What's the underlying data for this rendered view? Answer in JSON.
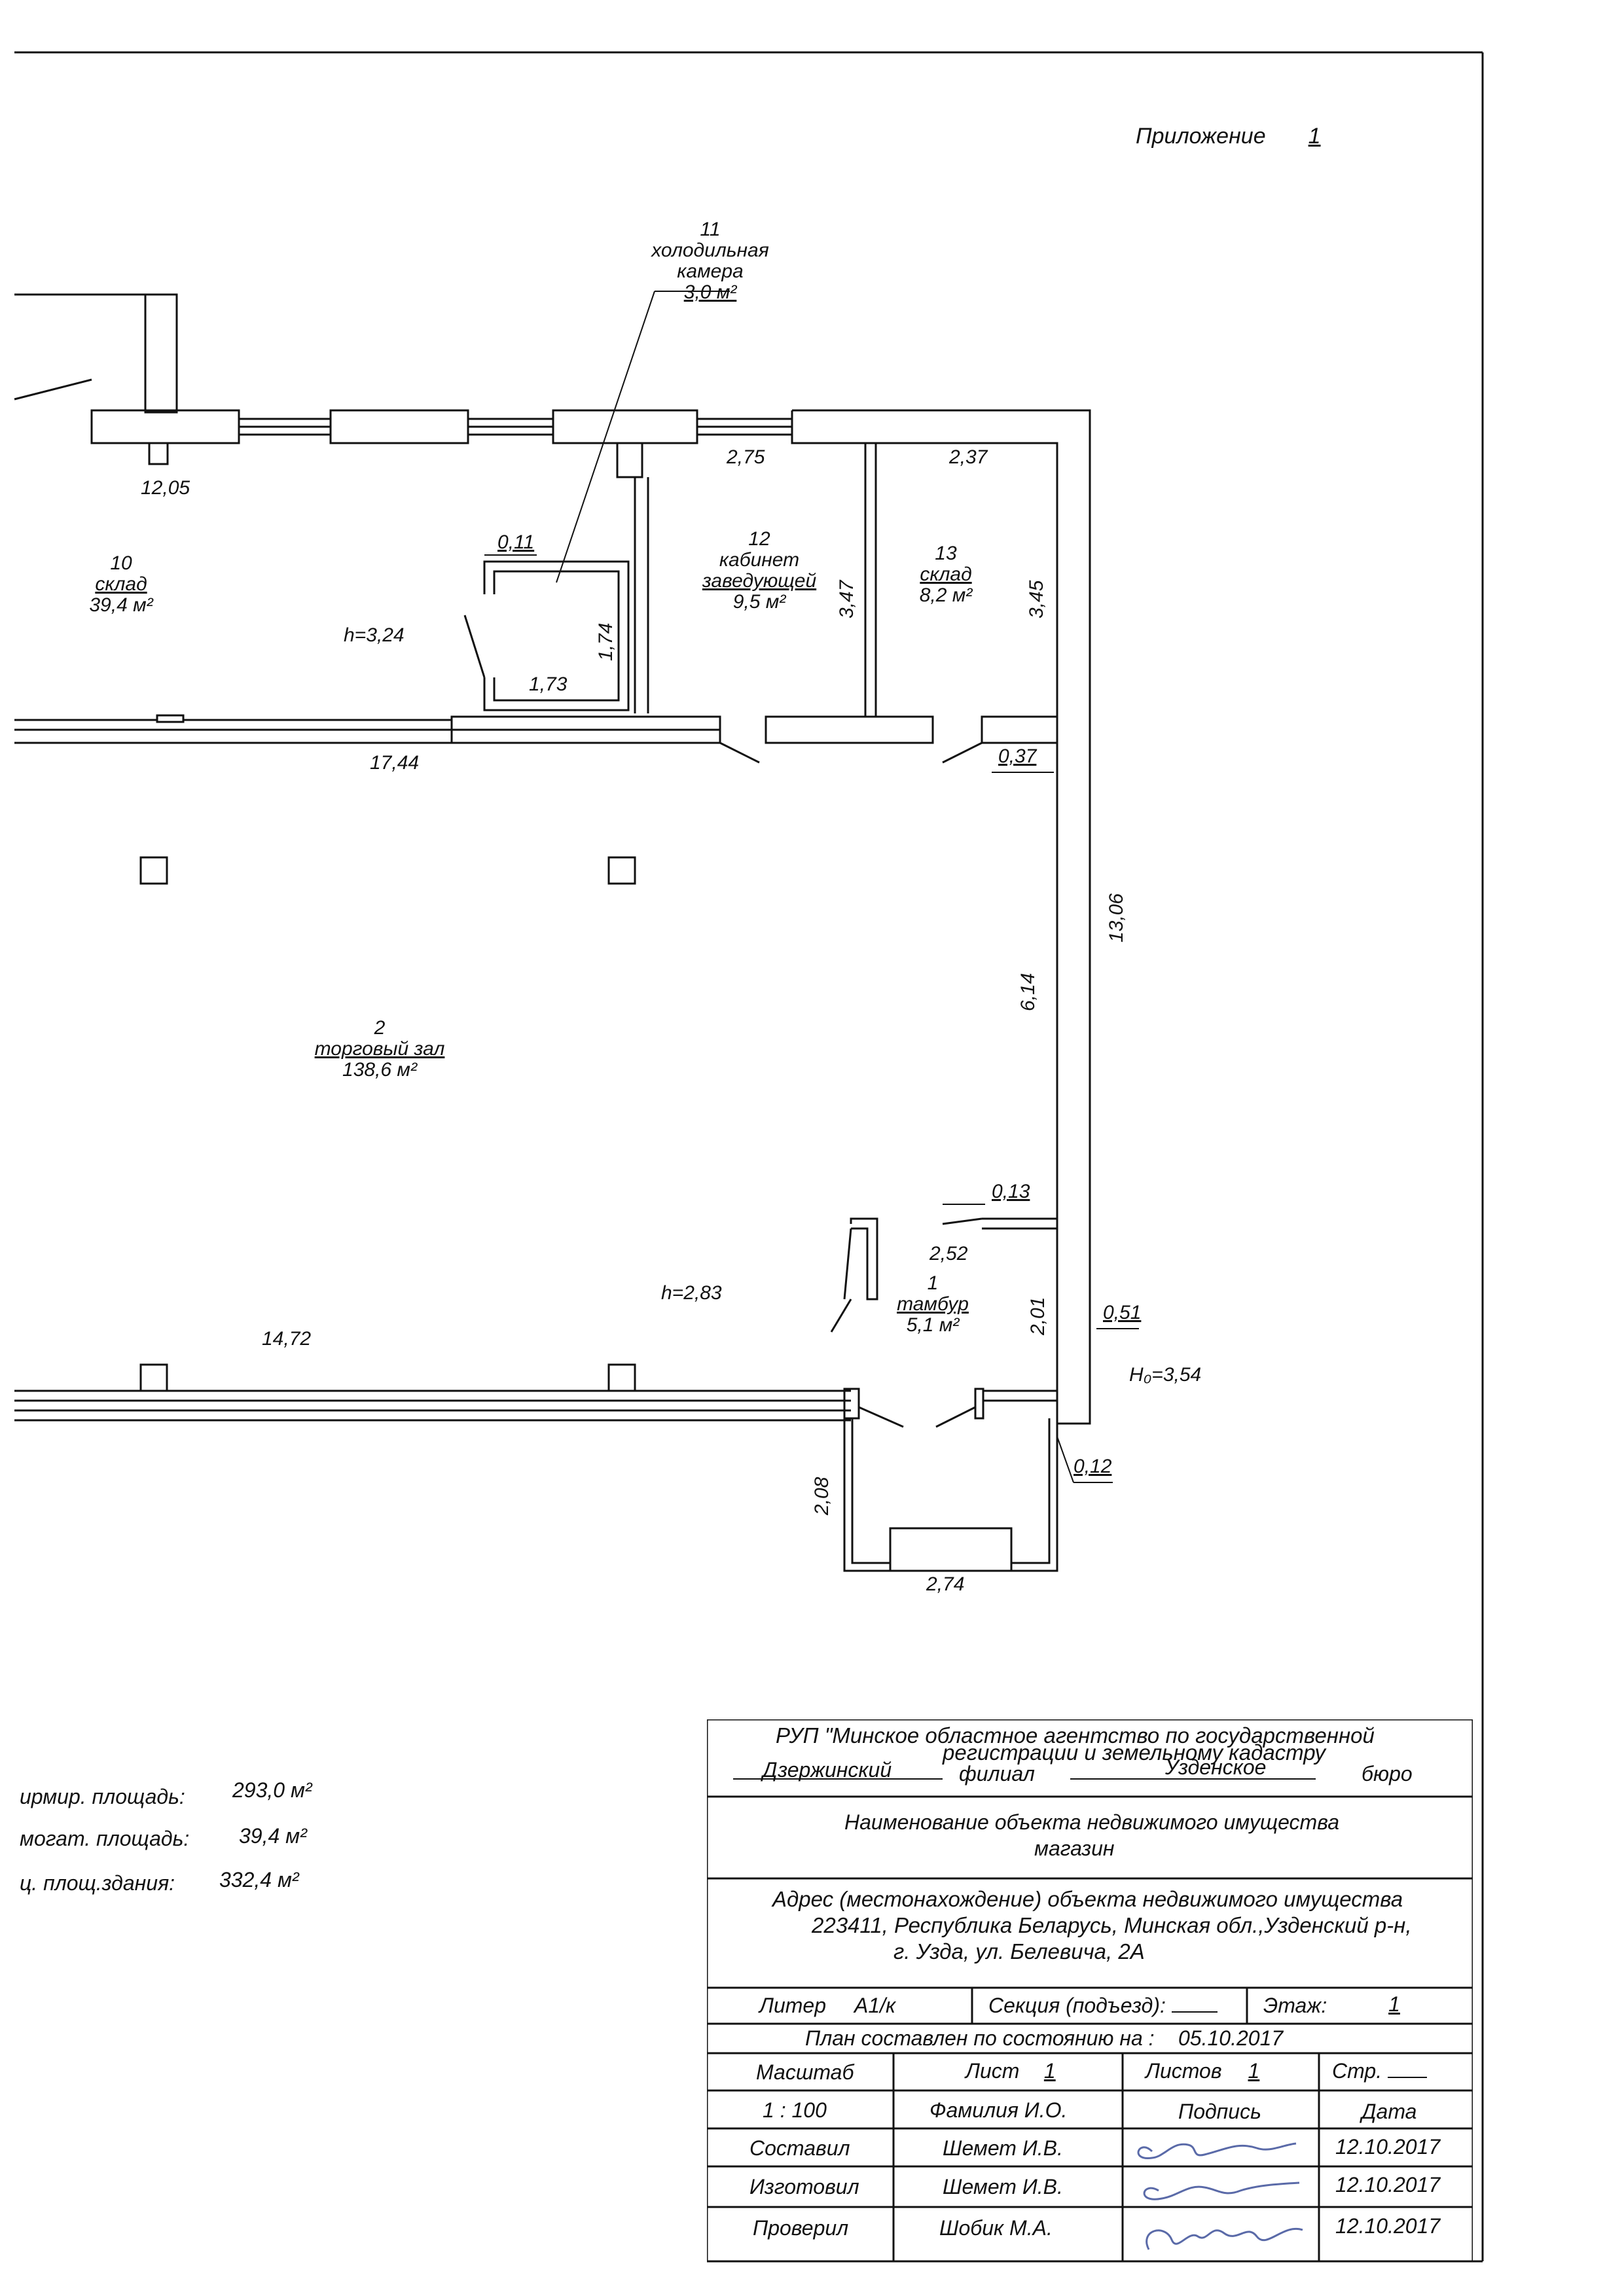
{
  "appendix": {
    "label": "Приложение",
    "number": "1"
  },
  "rooms": [
    {
      "num": "11",
      "name1": "холодильная",
      "name2": "камера",
      "area": "3,0 м²"
    },
    {
      "num": "10",
      "name1": "склад",
      "name2": "",
      "area": "39,4 м²"
    },
    {
      "num": "12",
      "name1": "кабинет",
      "name2": "заведующей",
      "area": "9,5 м²"
    },
    {
      "num": "13",
      "name1": "склад",
      "name2": "",
      "area": "8,2 м²"
    },
    {
      "num": "2",
      "name1": "торговый зал",
      "name2": "",
      "area": "138,6 м²"
    },
    {
      "num": "1",
      "name1": "тамбур",
      "name2": "",
      "area": "5,1 м²"
    }
  ],
  "dims": {
    "d1205": "12,05",
    "d275": "2,75",
    "d237": "2,37",
    "d011": "0,11",
    "d174": "1,74",
    "d173": "1,73",
    "d347": "3,47",
    "d345": "3,45",
    "d1744": "17,44",
    "d037": "0,37",
    "d1306": "13,06",
    "d614": "6,14",
    "d013": "0,13",
    "d252": "2,52",
    "d201": "2,01",
    "d051": "0,51",
    "d1472": "14,72",
    "d012": "0,12",
    "d208": "2,08",
    "d274": "2,74",
    "h1": "h=3,24",
    "h2": "h=2,83",
    "H0": "H₀=3,54"
  },
  "summary": [
    {
      "label": "ирмир. площадь:",
      "value": "293,0 м²"
    },
    {
      "label": "могат. площадь:",
      "value": "39,4 м²"
    },
    {
      "label": "ц. площ.здания:",
      "value": "332,4 м²"
    }
  ],
  "title_block": {
    "org_line1": "РУП \"Минское областное агентство по государственной",
    "org_line2": "регистрации и земельному кадастру",
    "branch_value": "Дзержинский",
    "branch_label": "филиал",
    "bureau_value": "Узденское",
    "bureau_label": "бюро",
    "object_heading": "Наименование объекта недвижимого имущества",
    "object_name": "магазин",
    "address_heading": "Адрес (местонахождение) объекта недвижимого имущества",
    "address_line1": "223411, Республика Беларусь, Минская обл.,Узденский р-н,",
    "address_line2": "г. Узда, ул. Белевича, 2А",
    "liter_label": "Литер",
    "liter_value": "А1/к",
    "section_label": "Секция (подъезд):",
    "floor_label": "Этаж:",
    "floor_value": "1",
    "state_label": "План составлен по состоянию на :",
    "state_date": "05.10.2017",
    "scale_label": "Масштаб",
    "sheet_label": "Лист",
    "sheet_value": "1",
    "sheets_label": "Листов",
    "sheets_value": "1",
    "page_label": "Стр.",
    "scale_value": "1 : 100",
    "name_header": "Фамилия И.О.",
    "sign_header": "Подпись",
    "date_header": "Дата",
    "rows": [
      {
        "role": "Составил",
        "name": "Шемет И.В.",
        "date": "12.10.2017"
      },
      {
        "role": "Изготовил",
        "name": "Шемет И.В.",
        "date": "12.10.2017"
      },
      {
        "role": "Проверил",
        "name": "Шобик М.А.",
        "date": "12.10.2017"
      }
    ]
  }
}
